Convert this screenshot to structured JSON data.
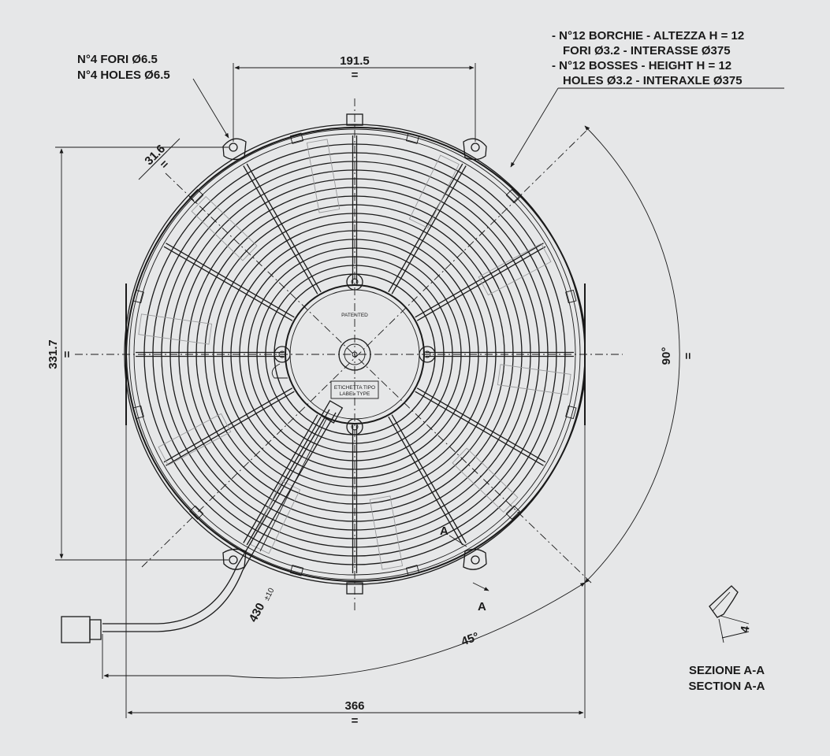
{
  "holes_note": {
    "line_it": "N°4 FORI Ø6.5",
    "line_en": "N°4 HOLES Ø6.5"
  },
  "bosses_note": {
    "line1": "- N°12 BORCHIE - ALTEZZA H = 12",
    "line2": "FORI Ø3.2 - INTERASSE Ø375",
    "line3": "- N°12 BOSSES - HEIGHT H = 12",
    "line4": "HOLES Ø3.2 - INTERAXLE Ø375"
  },
  "dimensions": {
    "top_width": "191.5",
    "slot": "31.6",
    "height": "331.7",
    "overall_width": "366",
    "cable_length": "430",
    "cable_tol": "±10",
    "angle_90": "90°",
    "angle_45": "45°",
    "symmetry": "="
  },
  "hub": {
    "patented": "PATENTED",
    "label_it": "ETICHETTA TIPO",
    "label_en": "LABEL TYPE"
  },
  "section": {
    "marker": "A",
    "depth": "4",
    "title_it": "SEZIONE A-A",
    "title_en": "SECTION A-A"
  }
}
